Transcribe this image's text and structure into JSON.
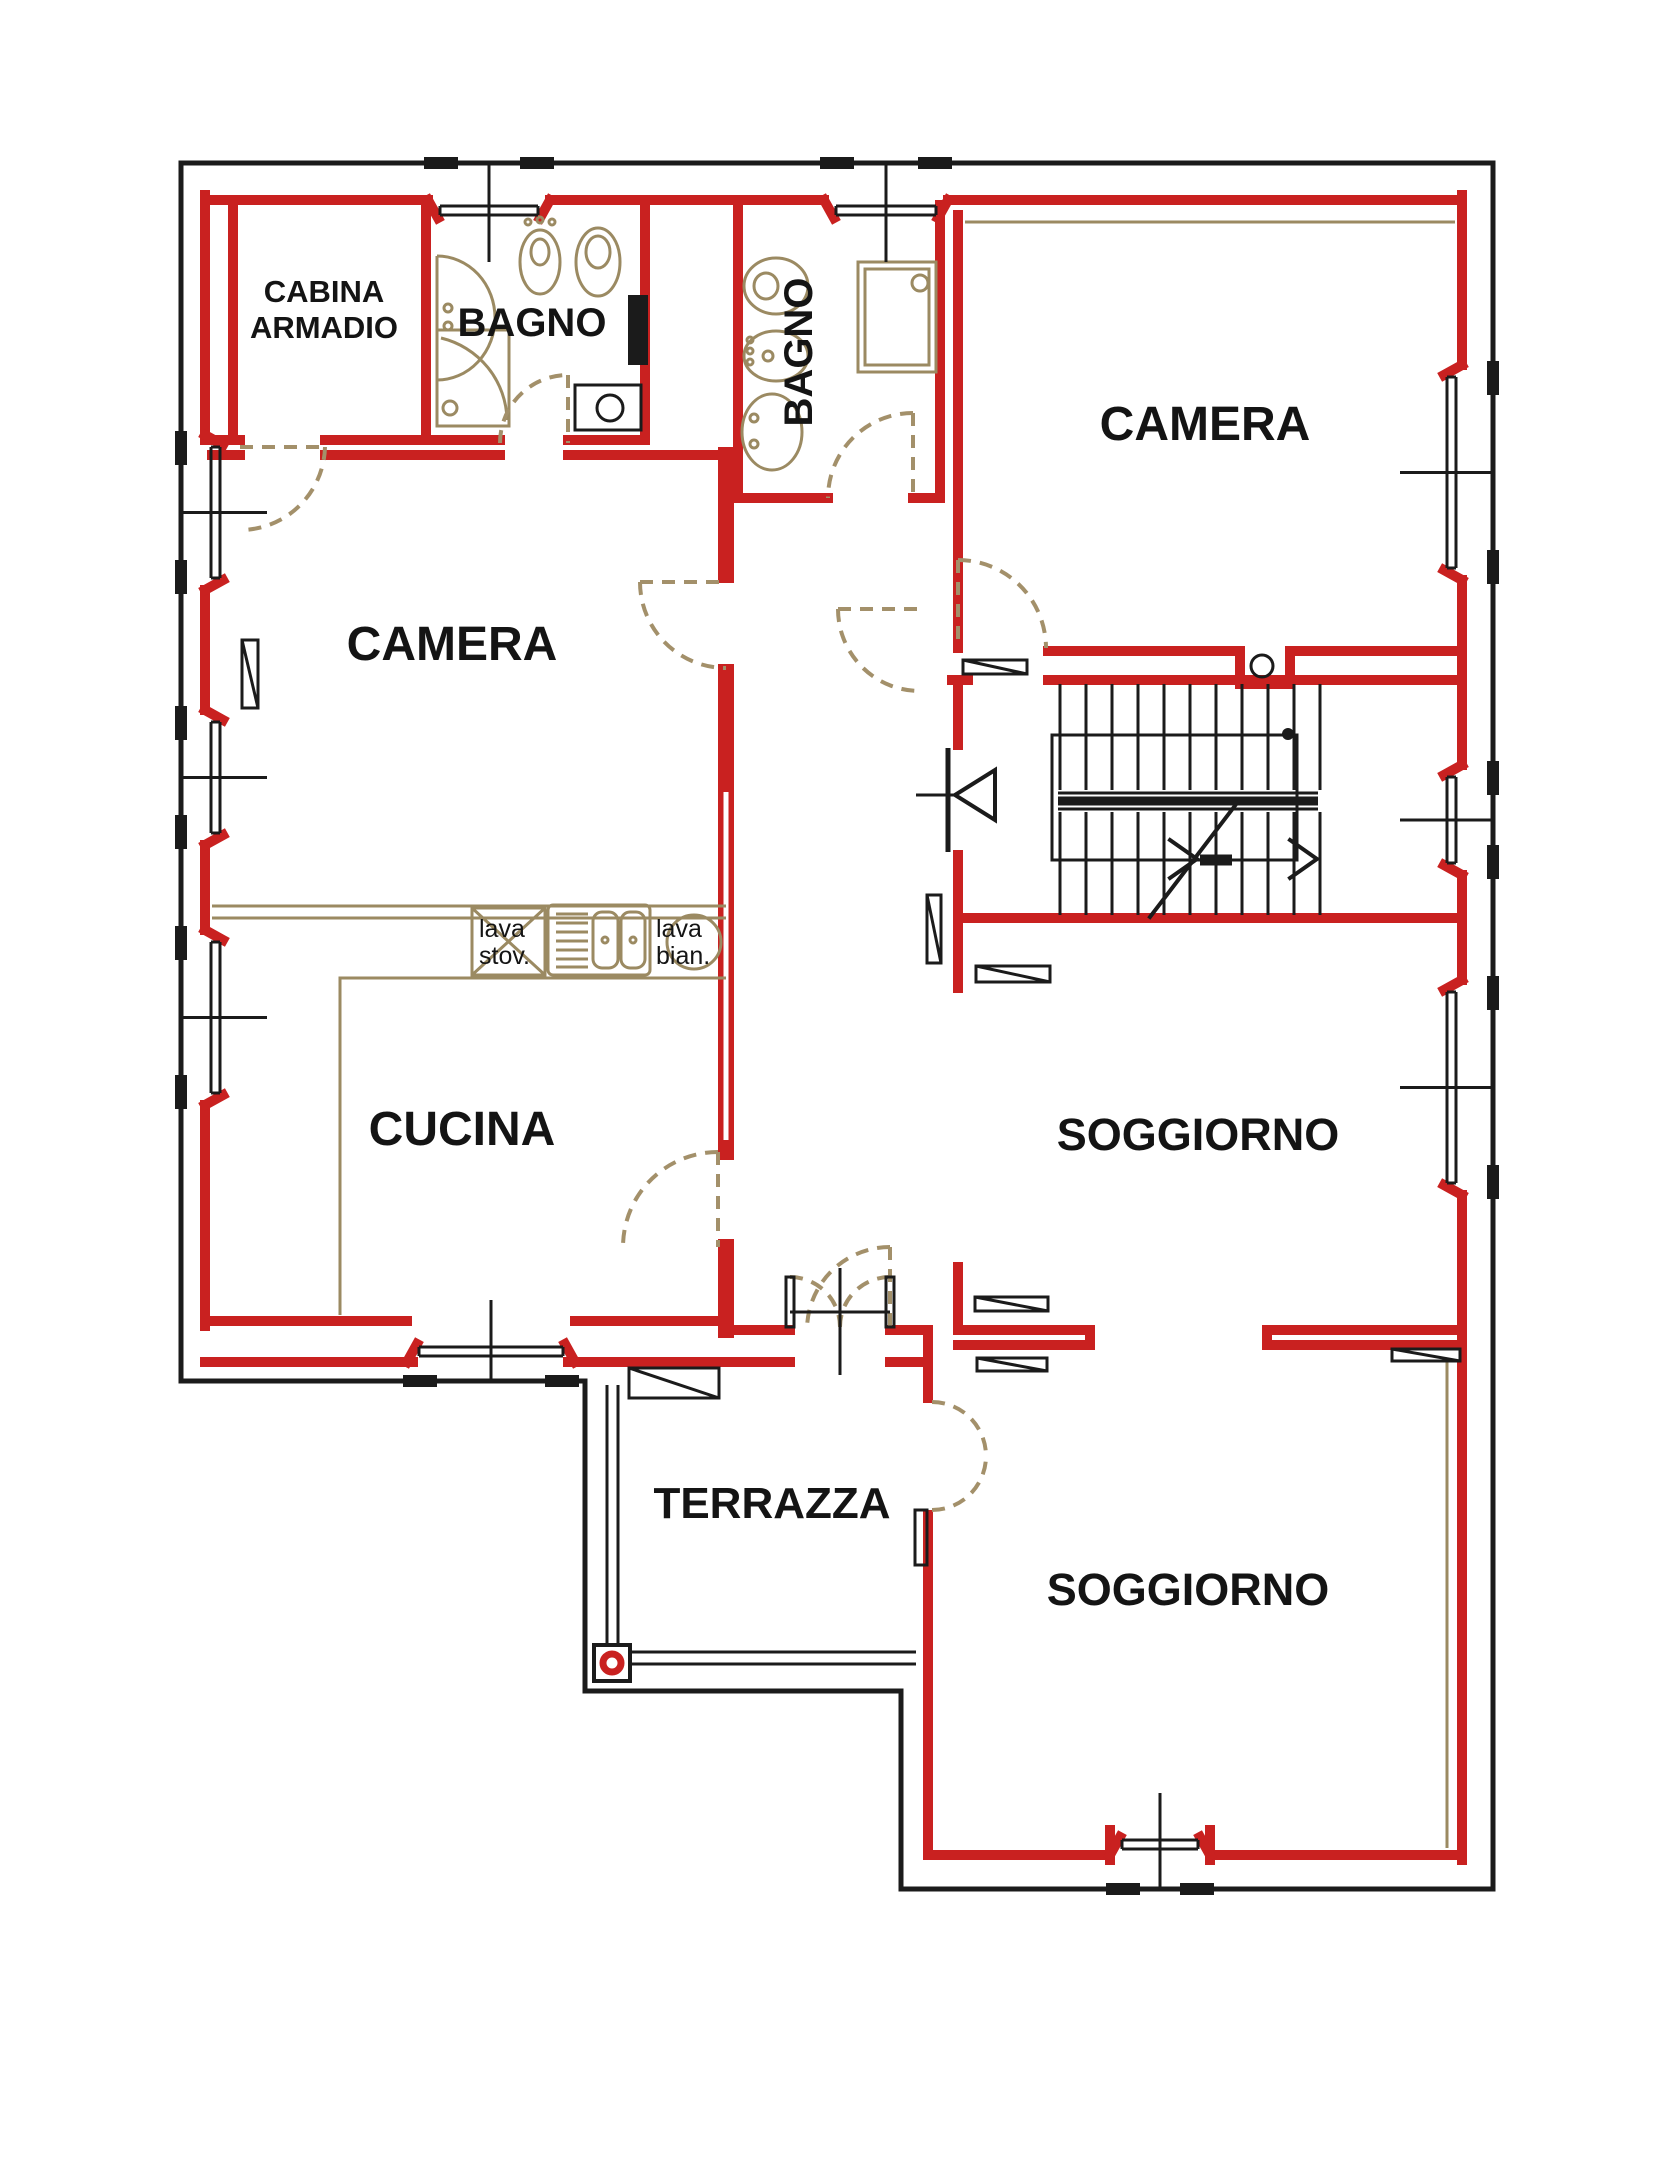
{
  "plan": {
    "type": "floor-plan",
    "rooms": [
      {
        "id": "cabina-armadio",
        "label_line1": "CABINA",
        "label_line2": "ARMADIO"
      },
      {
        "id": "bagno-1",
        "label": "BAGNO"
      },
      {
        "id": "bagno-2",
        "label": "BAGNO"
      },
      {
        "id": "camera-right",
        "label": "CAMERA"
      },
      {
        "id": "camera-left",
        "label": "CAMERA"
      },
      {
        "id": "cucina",
        "label": "CUCINA"
      },
      {
        "id": "soggiorno-upper",
        "label": "SOGGIORNO"
      },
      {
        "id": "terrazza",
        "label": "TERRAZZA"
      },
      {
        "id": "soggiorno-lower",
        "label": "SOGGIORNO"
      }
    ],
    "appliances": {
      "dishwasher_line1": "lava",
      "dishwasher_line2": "stov.",
      "washer_line1": "lava",
      "washer_line2": "bian."
    },
    "colors": {
      "wall": "#c92120",
      "outline": "#1b1b1b",
      "fixture": "#9b8a62",
      "door": "#a3906a",
      "label": "#141414"
    }
  }
}
